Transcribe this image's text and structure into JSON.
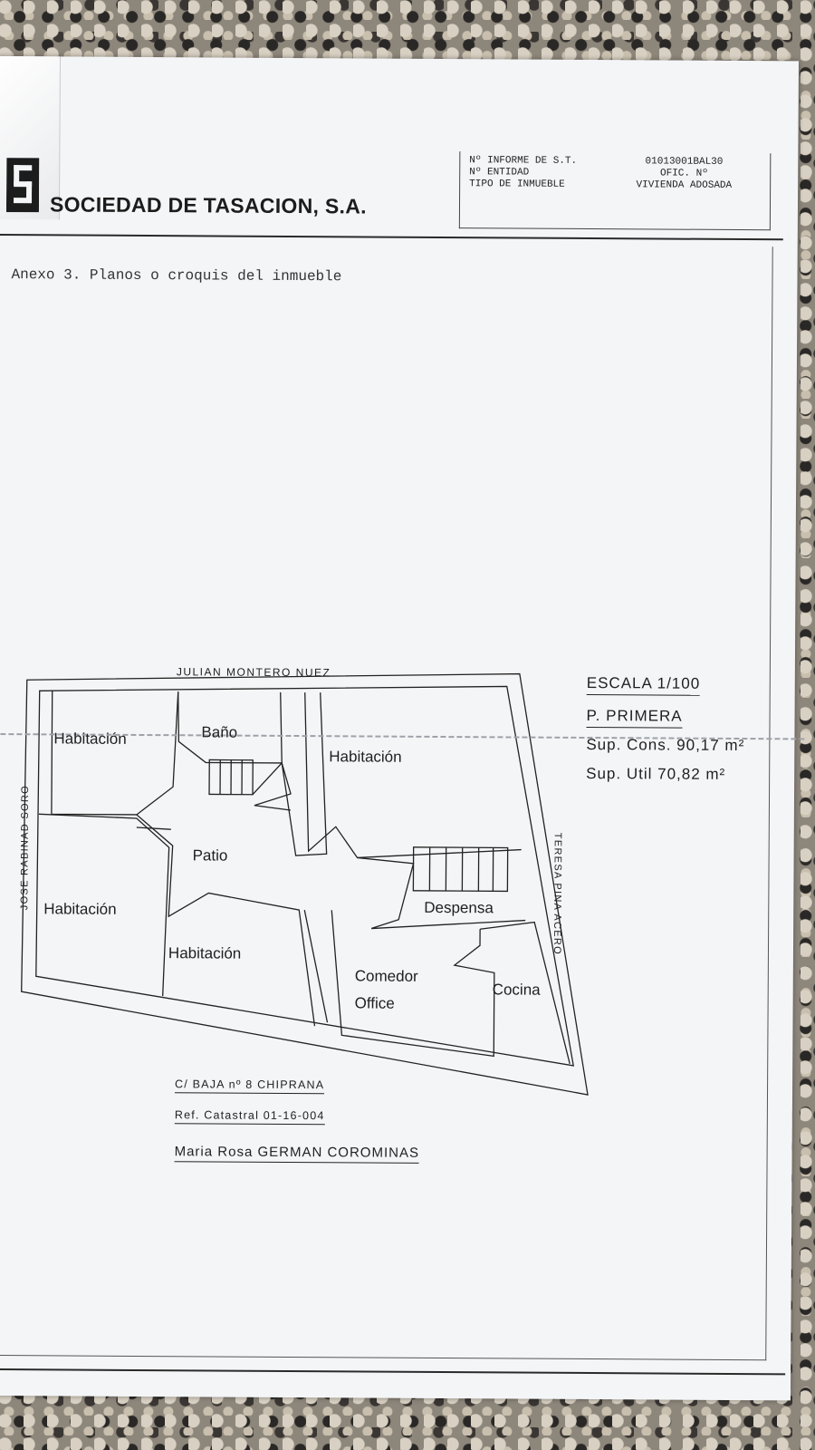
{
  "header": {
    "company_name": "SOCIEDAD DE TASACION, S.A.",
    "labels": [
      "Nº INFORME DE S.T.",
      "Nº ENTIDAD",
      "TIPO DE INMUEBLE"
    ],
    "ref_code": "01013001BAL30",
    "ofic_label": "OFIC. Nº",
    "tipo_value": "VIVIENDA ADOSADA"
  },
  "annex_title": "Anexo 3. Planos o croquis del inmueble",
  "plan": {
    "street_top": "JULIAN MONTERO NUEZ",
    "street_left": "JOSE RABINAD SORO",
    "street_right": "TERESA PINA ACERO",
    "rooms": {
      "habitacion_top_left": "Habitación",
      "bano": "Baño",
      "habitacion_top_right": "Habitación",
      "patio": "Patio",
      "habitacion_left": "Habitación",
      "habitacion_center": "Habitación",
      "despensa": "Despensa",
      "comedor": "Comedor",
      "office": "Office",
      "cocina": "Cocina"
    }
  },
  "info": {
    "escala": "ESCALA 1/100",
    "planta": "P. PRIMERA",
    "sup_cons": "Sup. Cons. 90,17 m²",
    "sup_util": "Sup. Util 70,82 m²"
  },
  "footer": {
    "address": "C/ BAJA nº 8 CHIPRANA",
    "ref_catastral": "Ref. Catastral 01-16-004",
    "owner": "Maria Rosa GERMAN COROMINAS"
  }
}
